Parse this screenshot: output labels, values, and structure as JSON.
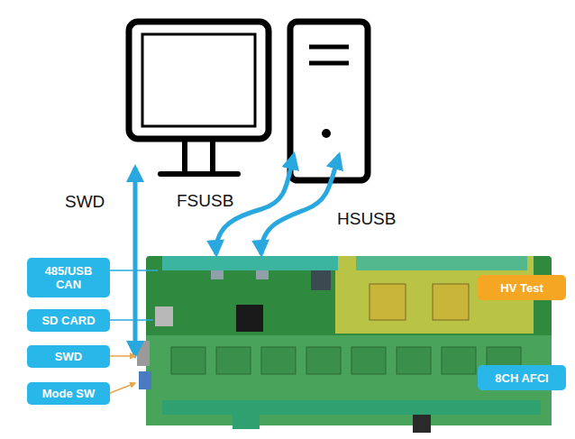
{
  "diagram": {
    "nodes": [
      {
        "text": [
          "485/USB CAN"
        ]
      },
      {
        "text": [
          "SD CARD"
        ]
      },
      {
        "text": [
          "SWD"
        ]
      },
      {
        "text": [
          "Mode SW"
        ]
      },
      {
        "text": [
          "HV Test"
        ]
      },
      {
        "text": [
          "8CH AFCI"
        ]
      }
    ],
    "labels": [
      "SWD",
      "FSUSB",
      "HSUSB"
    ]
  }
}
